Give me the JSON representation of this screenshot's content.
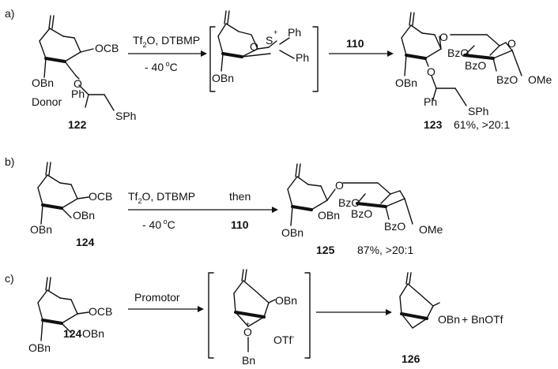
{
  "panels": [
    {
      "label": "a)",
      "donor_substituents": [
        "OCB",
        "OBn",
        "O",
        "Ph",
        "SPh"
      ],
      "donor_word": "Donor",
      "donor_number": "122",
      "reagents_top": "Tf",
      "reagents_top_sub": "2",
      "reagents_top_rest": "O, DTBMP",
      "conditions": "- 40",
      "conditions_unit": "C",
      "intermediate_groups": [
        "Ph",
        "S",
        "+",
        "Ph",
        "O",
        "OBn"
      ],
      "step2_reagent": "110",
      "product_groups": [
        "O",
        "BzO",
        "BzO",
        "BzO",
        "O",
        "OMe",
        "OBn",
        "O",
        "Ph",
        "SPh"
      ],
      "product_number": "123",
      "yield": "61%, >20:1"
    },
    {
      "label": "b)",
      "donor_substituents": [
        "OCB",
        "OBn",
        "OBn"
      ],
      "donor_number": "124",
      "reagents_top": "Tf",
      "reagents_top_sub": "2",
      "reagents_top_rest": "O, DTBMP",
      "conditions": "- 40",
      "conditions_unit": "C",
      "step2_top": "then",
      "step2_reagent": "110",
      "product_groups": [
        "O",
        "BzO",
        "BzO",
        "BzO",
        "OBn",
        "OMe",
        "OBn"
      ],
      "product_number": "125",
      "yield": "87%, >20:1"
    },
    {
      "label": "c)",
      "donor_substituents": [
        "OCB",
        "OBn",
        "OBn"
      ],
      "donor_number": "124",
      "promoter": "Promotor",
      "intermediate_groups": [
        "OBn",
        "O",
        "+",
        "Bn",
        "OTf",
        "-"
      ],
      "product_groups": [
        "OBn"
      ],
      "product_number": "126",
      "byproduct": "+  BnOTf"
    }
  ]
}
